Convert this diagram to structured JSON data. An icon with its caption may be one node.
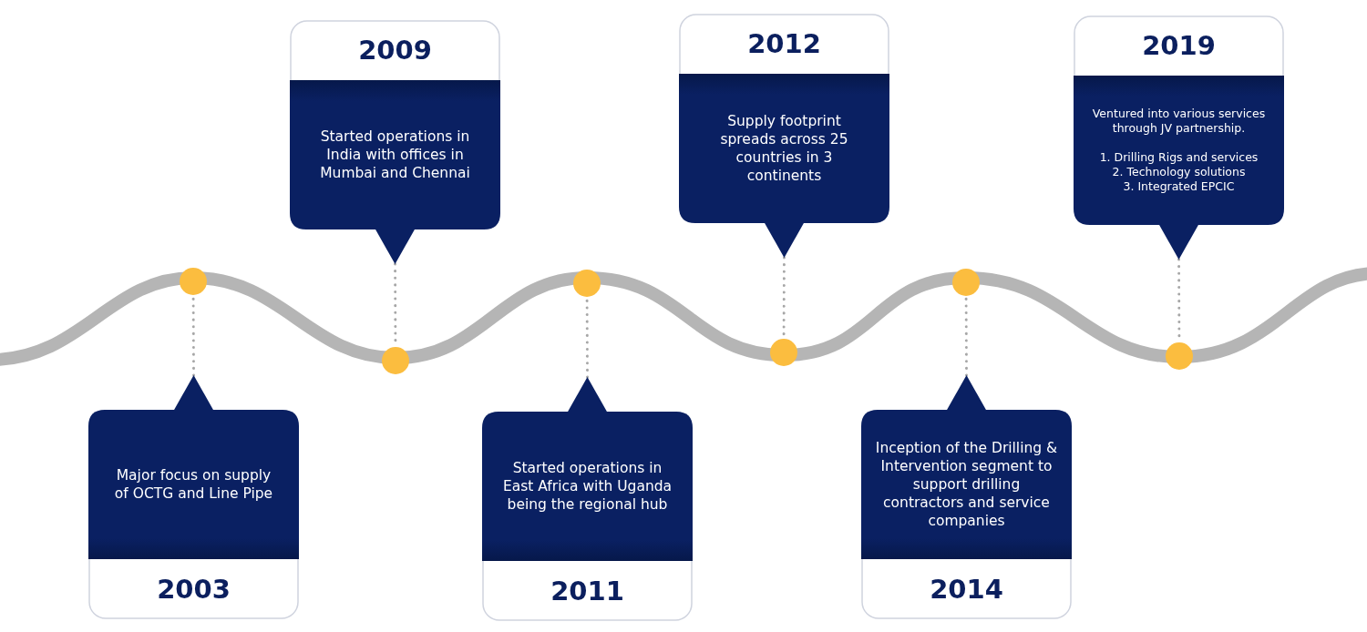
{
  "diagram": {
    "nodes": [
      {
        "text": [
          "Major focus on supply of OCTG and Line Pipe",
          "2003"
        ]
      },
      {
        "text": [
          "2009",
          "Started operations in India with offices in Mumbai and Chennai"
        ]
      },
      {
        "text": [
          "Started operations in East Africa with Uganda being the regional hub",
          "2011"
        ]
      },
      {
        "text": [
          "2012",
          "Supply footprint spreads across 25 countries in 3 continents"
        ]
      },
      {
        "text": [
          "Inception of the Drilling & Intervention segment to support drilling contractors and service companies",
          "2014"
        ]
      },
      {
        "text": [
          "2019",
          "Ventured into various services through JV partnership.",
          "1. Drilling Rigs and services",
          "2. Technology solutions",
          "3. Integrated EPCIC"
        ]
      },
      {
        "text": [],
        "shape": "circle"
      },
      {
        "text": [],
        "shape": "circle"
      },
      {
        "text": [],
        "shape": "circle"
      },
      {
        "text": [],
        "shape": "circle"
      },
      {
        "text": [],
        "shape": "circle"
      },
      {
        "text": [],
        "shape": "circle"
      }
    ],
    "edges": [
      {
        "from": 0,
        "to": 6,
        "arrow": "none",
        "style": "dashed"
      },
      {
        "from": 1,
        "to": 7,
        "arrow": "none",
        "style": "dashed"
      },
      {
        "from": 2,
        "to": 8,
        "arrow": "none",
        "style": "dashed"
      },
      {
        "from": 3,
        "to": 9,
        "arrow": "none",
        "style": "dashed"
      },
      {
        "from": 4,
        "to": 10,
        "arrow": "none",
        "style": "dashed"
      },
      {
        "from": 5,
        "to": 11,
        "arrow": "none",
        "style": "dashed"
      }
    ]
  }
}
